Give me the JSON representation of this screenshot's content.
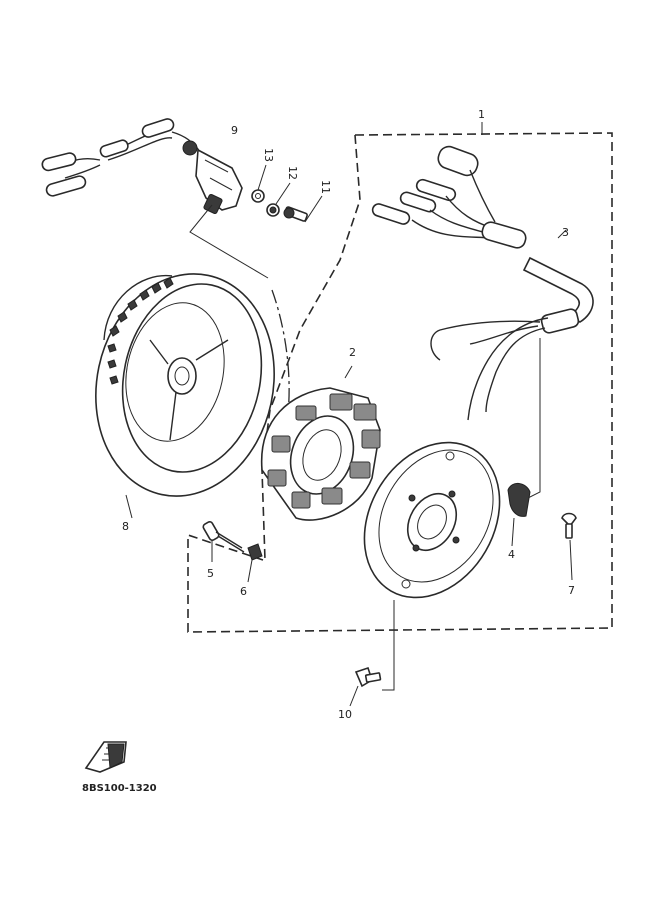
{
  "callouts": {
    "c1": "1",
    "c2": "2",
    "c3": "3",
    "c4": "4",
    "c5": "5",
    "c6": "6",
    "c7": "7",
    "c8": "8",
    "c9": "9",
    "c10": "10",
    "c11": "11",
    "c12": "12",
    "c13": "13"
  },
  "diagram_code": "8BS100-1320"
}
